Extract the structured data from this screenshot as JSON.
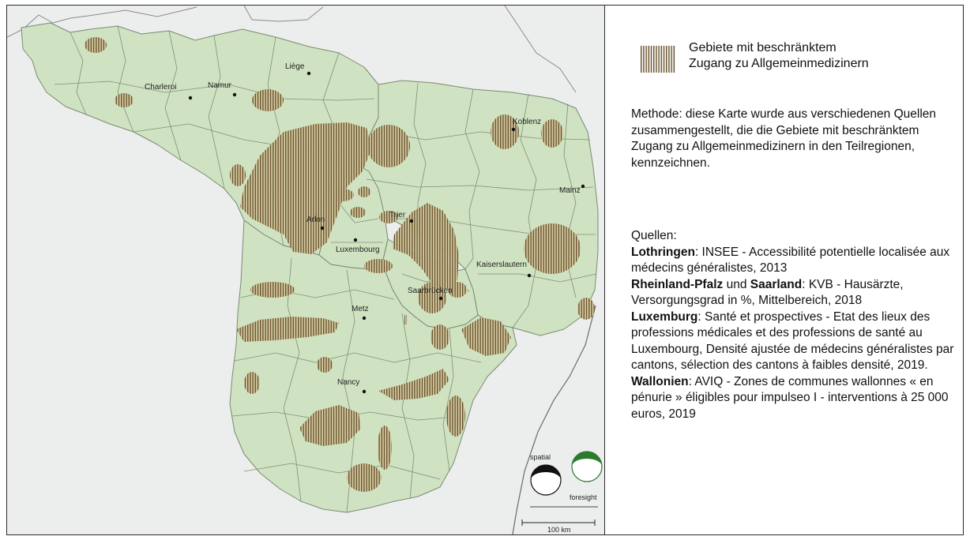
{
  "map": {
    "cities": [
      {
        "name": "Liège"
      },
      {
        "name": "Charleroi"
      },
      {
        "name": "Namur"
      },
      {
        "name": "Koblenz"
      },
      {
        "name": "Mainz"
      },
      {
        "name": "Arlon"
      },
      {
        "name": "Trier"
      },
      {
        "name": "Luxembourg"
      },
      {
        "name": "Kaiserslautern"
      },
      {
        "name": "Saarbrücken"
      },
      {
        "name": "Metz"
      },
      {
        "name": "Nancy"
      }
    ],
    "logo": {
      "word1": "spatial",
      "word2": "foresight"
    },
    "scale_label": "100 km",
    "colors": {
      "region_fill": "#cfe3c2",
      "background": "#eceeee",
      "hatch": "#6b5530",
      "border": "#7a8a72"
    }
  },
  "legend": {
    "line1": "Gebiete mit beschränktem",
    "line2": "Zugang zu Allgemeinmedizinern"
  },
  "method": "Methode: diese Karte wurde aus verschiedenen Quellen zusammengestellt, die die Gebiete mit beschränktem Zugang zu Allgemeinmedizinern in den Teilregionen, kennzeichnen.",
  "sources": {
    "heading": "Quellen:",
    "lorraine_name": "Lothringen",
    "lorraine_text": ": INSEE - Accessibilité potentielle localisée aux médecins généralistes, 2013",
    "rlp_name": "Rheinland-Pfalz",
    "und": " und ",
    "saar_name": "Saarland",
    "saar_text": ": KVB - Hausärzte, Versorgungsgrad in %, Mittelbereich, 2018",
    "lux_name": "Luxemburg",
    "lux_text": ": Santé et prospectives - Etat des lieux des professions médicales et des professions de santé au Luxembourg, Densité ajustée de médecins généralistes par cantons, sélection des cantons à faibles densité, 2019.",
    "wal_name": "Wallonien",
    "wal_text": ": AVIQ - Zones de communes wallonnes « en pénurie » éligibles pour impulseo I - interventions à 25 000 euros, 2019"
  }
}
